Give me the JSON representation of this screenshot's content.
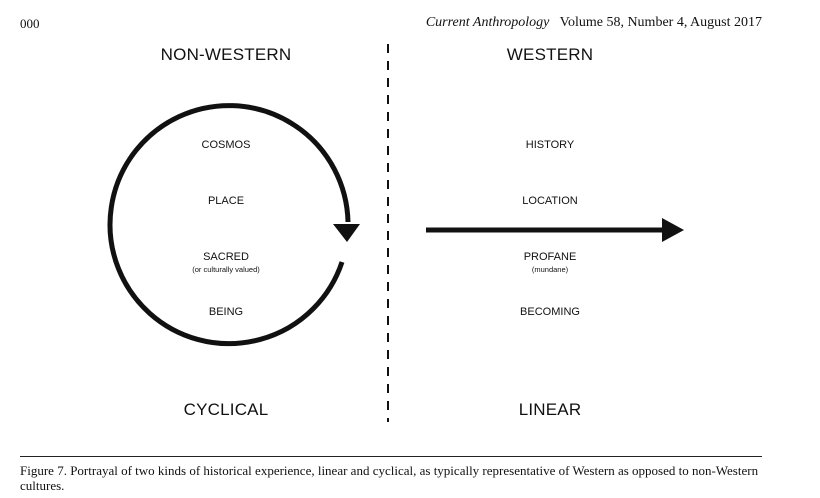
{
  "header": {
    "page_number": "000",
    "journal": "Current Anthropology",
    "issue": "Volume 58, Number 4, August 2017"
  },
  "figure": {
    "left": {
      "heading": "NON-WESTERN",
      "items": [
        {
          "label": "COSMOS",
          "note": ""
        },
        {
          "label": "PLACE",
          "note": ""
        },
        {
          "label": "SACRED",
          "note": "(or culturally valued)"
        },
        {
          "label": "BEING",
          "note": ""
        }
      ],
      "footer": "CYCLICAL"
    },
    "right": {
      "heading": "WESTERN",
      "items": [
        {
          "label": "HISTORY",
          "note": ""
        },
        {
          "label": "LOCATION",
          "note": ""
        },
        {
          "label": "PROFANE",
          "note": "(mundane)"
        },
        {
          "label": "BECOMING",
          "note": ""
        }
      ],
      "footer": "LINEAR"
    }
  },
  "caption": {
    "text": "Figure 7.  Portrayal of two kinds of historical experience, linear and cyclical, as typically representative of Western as opposed to non-Western cultures."
  }
}
